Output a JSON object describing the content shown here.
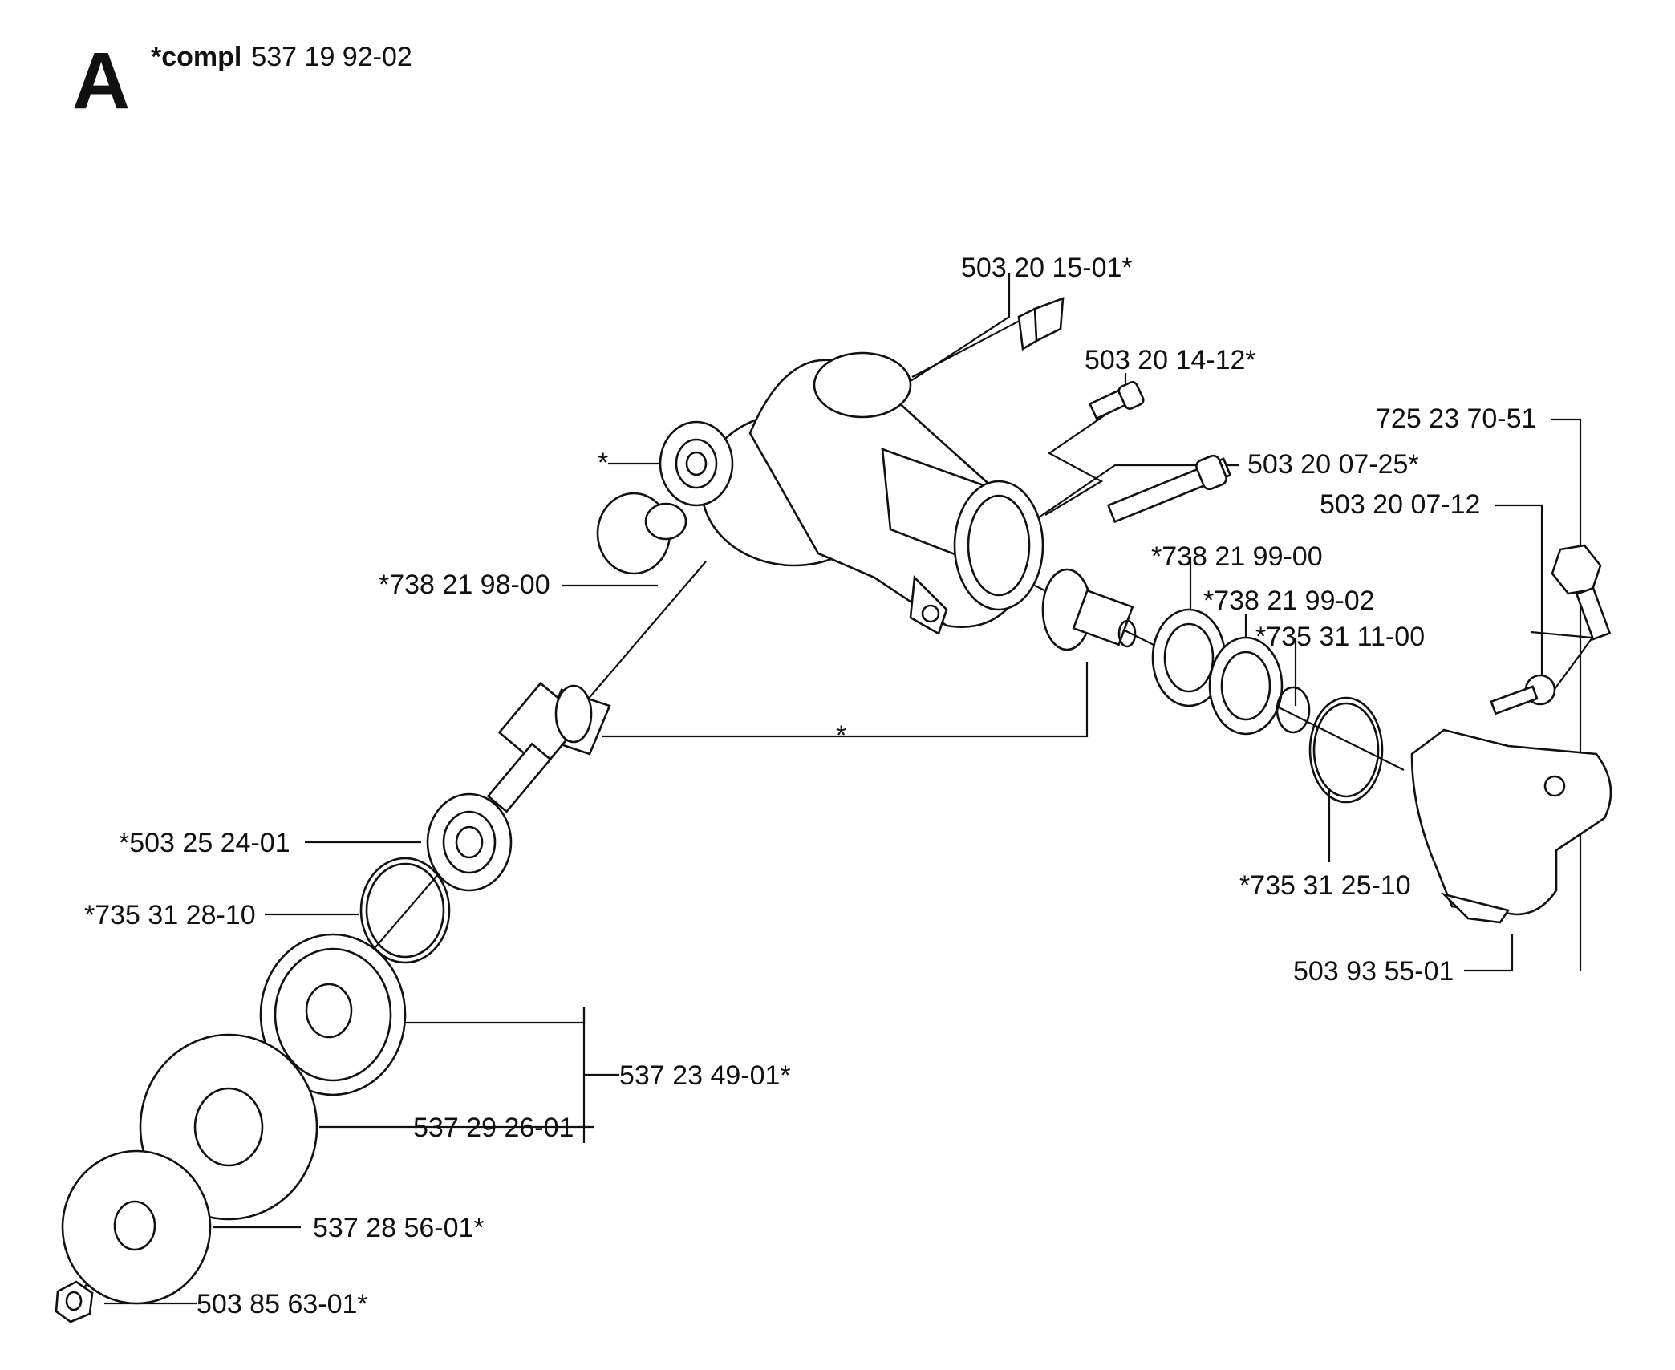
{
  "header": {
    "section_letter": "A",
    "compl_prefix": "*compl",
    "compl_number": "537 19 92-02"
  },
  "labels": {
    "plug": "503 20 15-01*",
    "screw_small": "503 20 14-12*",
    "screw_long": "503 20 07-25*",
    "bolt_guard": "725 23 70-51",
    "screw_guard": "503 20 07-12",
    "housing_star": "*",
    "bearing_upper": "*738 21 98-00",
    "gear_star": "*",
    "bearing_9900": "*738 21 99-00",
    "bearing_9902": "*738 21 99-02",
    "ring_1100": "*735 31 11-00",
    "circlip_2510": "*735 31 25-10",
    "guard_bracket": "503 93 55-01",
    "bearing_lower": "*503 25 24-01",
    "circlip_2810": "*735 31 28-10",
    "kit_bracket": "537 23 49-01*",
    "flange_washer": "537 29 26-01",
    "support_cup": "537 28 56-01*",
    "nut": "503 85 63-01*"
  }
}
